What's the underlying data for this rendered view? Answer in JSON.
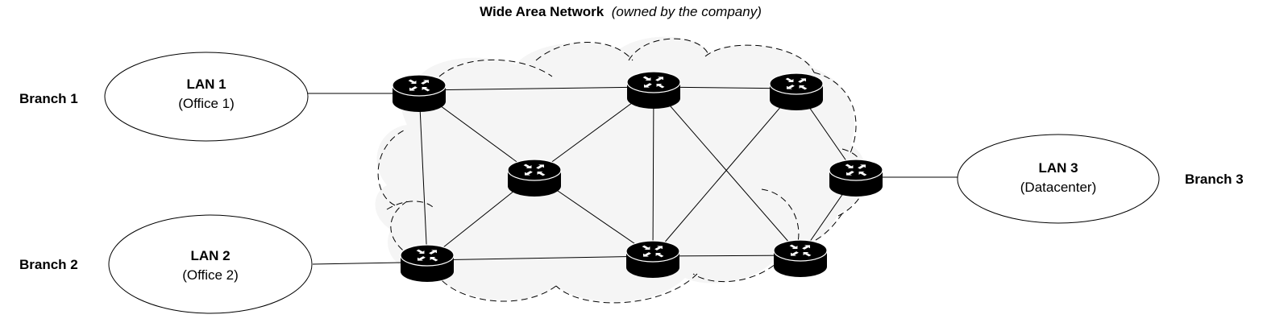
{
  "title": {
    "main": "Wide Area Network",
    "sub": "(owned by the company)"
  },
  "branches": [
    {
      "label": "Branch 1",
      "lan_name": "LAN 1",
      "lan_desc": "(Office 1)"
    },
    {
      "label": "Branch 2",
      "lan_name": "LAN 2",
      "lan_desc": "(Office 2)"
    },
    {
      "label": "Branch 3",
      "lan_name": "LAN 3",
      "lan_desc": "(Datacenter)"
    }
  ],
  "routers": [
    {
      "id": "r-top-left",
      "icon": "router-icon"
    },
    {
      "id": "r-top-mid",
      "icon": "router-icon"
    },
    {
      "id": "r-top-right",
      "icon": "router-icon"
    },
    {
      "id": "r-center-left",
      "icon": "router-icon"
    },
    {
      "id": "r-right",
      "icon": "router-icon"
    },
    {
      "id": "r-bottom-left",
      "icon": "router-icon"
    },
    {
      "id": "r-bottom-mid",
      "icon": "router-icon"
    },
    {
      "id": "r-bottom-right",
      "icon": "router-icon"
    }
  ],
  "links": [
    [
      "r-top-left",
      "r-top-mid"
    ],
    [
      "r-top-mid",
      "r-top-right"
    ],
    [
      "r-top-left",
      "r-center-left"
    ],
    [
      "r-top-left",
      "r-bottom-left"
    ],
    [
      "r-center-left",
      "r-top-mid"
    ],
    [
      "r-center-left",
      "r-bottom-left"
    ],
    [
      "r-center-left",
      "r-bottom-mid"
    ],
    [
      "r-top-mid",
      "r-bottom-mid"
    ],
    [
      "r-top-mid",
      "r-bottom-right"
    ],
    [
      "r-top-right",
      "r-bottom-mid"
    ],
    [
      "r-top-right",
      "r-right"
    ],
    [
      "r-right",
      "r-bottom-right"
    ],
    [
      "r-bottom-left",
      "r-bottom-mid"
    ],
    [
      "r-bottom-mid",
      "r-bottom-right"
    ]
  ],
  "lan_links": [
    [
      "LAN 1",
      "r-top-left"
    ],
    [
      "LAN 2",
      "r-bottom-left"
    ],
    [
      "LAN 3",
      "r-right"
    ]
  ],
  "colors": {
    "cloud_fill": "#f5f5f5",
    "router_body": "#000000",
    "router_arrows": "#ffffff"
  }
}
